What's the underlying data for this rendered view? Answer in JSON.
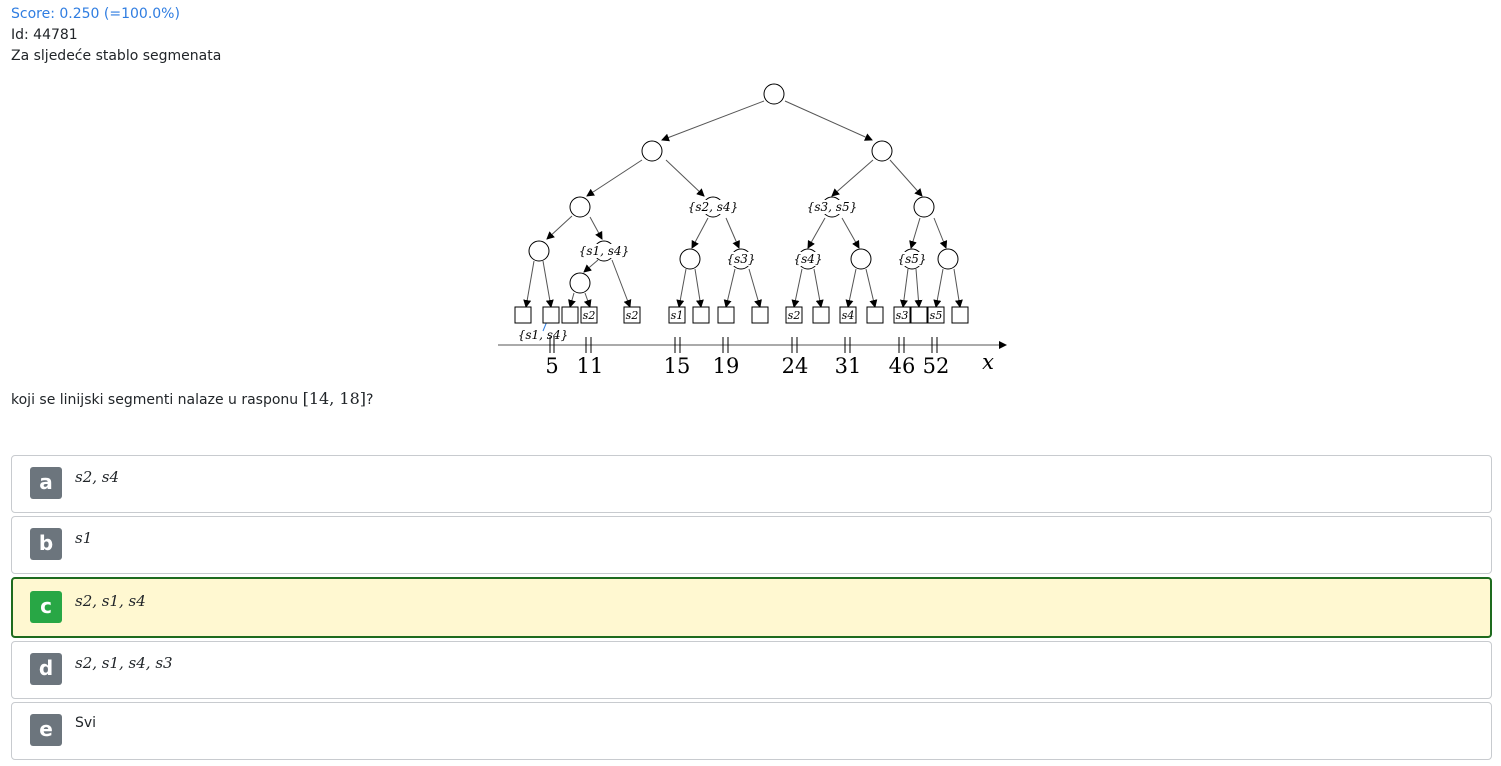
{
  "header": {
    "score": "Score: 0.250 (=100.0%)",
    "id": "Id: 44781",
    "intro": "Za sljedeće stablo segmenata"
  },
  "question": {
    "prefix": "koji se linijski segmenti nalaze u rasponu ",
    "range": "[14, 18]",
    "suffix": "?"
  },
  "figure": {
    "node_labels": [
      "{s2, s4}",
      "{s3, s5}",
      "{s1, s4}",
      "{s3}",
      "{s4}",
      "{s5}"
    ],
    "leaf_labels": [
      "s2",
      "s2",
      "s1",
      "s2",
      "s4",
      "s3",
      "s5"
    ],
    "extra_label": "{s1, s4}",
    "axis_ticks": [
      "5",
      "11",
      "15",
      "19",
      "24",
      "31",
      "46",
      "52"
    ],
    "axis_label": "x"
  },
  "options": [
    {
      "letter": "a",
      "text": "s2, s4",
      "selected": false
    },
    {
      "letter": "b",
      "text": "s1",
      "selected": false
    },
    {
      "letter": "c",
      "text": "s2, s1, s4",
      "selected": true
    },
    {
      "letter": "d",
      "text": "s2, s1, s4, s3",
      "selected": false
    },
    {
      "letter": "e",
      "text": "Svi",
      "selected": false
    }
  ],
  "colors": {
    "score": "#2f7de1",
    "selected_badge": "#28a745",
    "selected_bg": "#fff8d1",
    "badge": "#6c757d"
  }
}
